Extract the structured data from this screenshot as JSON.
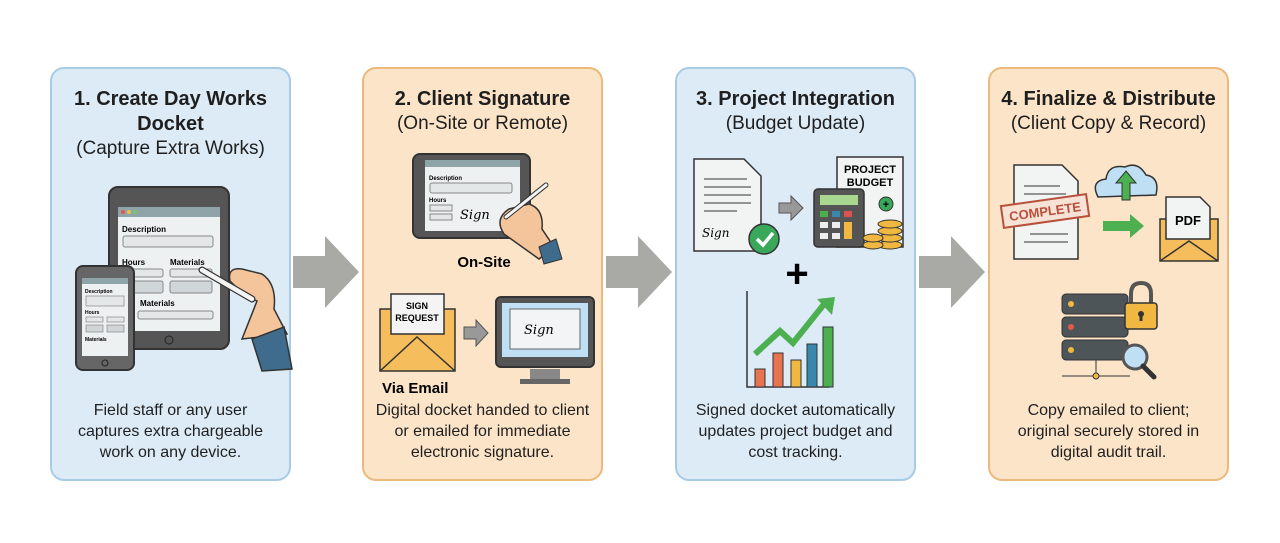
{
  "steps": [
    {
      "title_line1": "1. Create Day Works",
      "title_line2": "Docket",
      "subtitle": "(Capture Extra Works)",
      "labels": {
        "description": "Description",
        "hours": "Hours",
        "materials": "Materials",
        "materials2": "Materials"
      },
      "description": [
        "Field staff or any user",
        "captures extra chargeable",
        "work on any device."
      ]
    },
    {
      "title": "2. Client Signature",
      "subtitle": "(On-Site or Remote)",
      "labels": {
        "description": "Description",
        "hours": "Hours",
        "sign": "Sign",
        "on_site": "On-Site",
        "sign_request_1": "SIGN",
        "sign_request_2": "REQUEST",
        "via_email": "Via Email"
      },
      "description": [
        "Digital docket handed to client",
        "or emailed for immediate",
        "electronic signature."
      ]
    },
    {
      "title": "3. Project Integration",
      "subtitle": "(Budget Update)",
      "labels": {
        "sign": "Sign",
        "project": "PROJECT",
        "budget": "BUDGET",
        "plus": "+"
      },
      "description": [
        "Signed docket automatically",
        "updates project budget and",
        "cost tracking."
      ]
    },
    {
      "title": "4. Finalize & Distribute",
      "subtitle": "(Client Copy & Record)",
      "labels": {
        "complete": "COMPLETE",
        "pdf": "PDF"
      },
      "description": [
        "Copy emailed to client;",
        "original securely stored in",
        "digital audit trail."
      ]
    }
  ],
  "colors": {
    "blue_panel": "#dcebf6",
    "orange_panel": "#fbe4c8",
    "arrow": "#a9a9a6",
    "green": "#4caf50"
  }
}
